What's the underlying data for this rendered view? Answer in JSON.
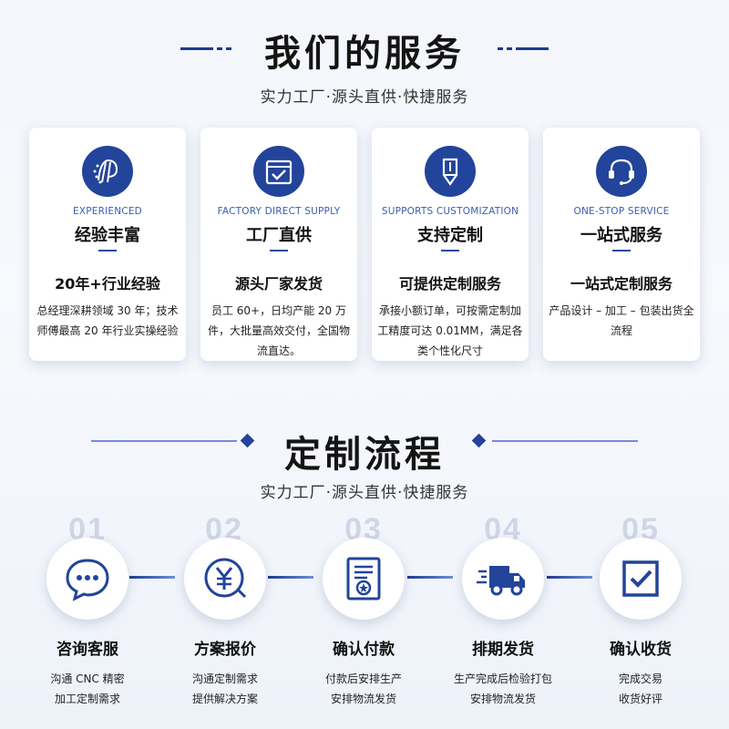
{
  "services": {
    "title": "我们的服务",
    "subtitle": "实力工厂·源头直供·快捷服务",
    "cards": [
      {
        "icon": "medal-icon",
        "en": "EXPERIENCED",
        "title": "经验丰富",
        "head": "20年+行业经验",
        "desc": "总经理深耕领域 30 年；技术师傅最高 20 年行业实操经验"
      },
      {
        "icon": "factory-check-icon",
        "en": "FACTORY DIRECT SUPPLY",
        "title": "工厂直供",
        "head": "源头厂家发货",
        "desc": "员工 60+，日均产能 20 万件，大批量高效交付，全国物流直达。"
      },
      {
        "icon": "pen-customize-icon",
        "en": "SUPPORTS CUSTOMIZATION",
        "title": "支持定制",
        "head": "可提供定制服务",
        "desc": "承接小额订单，可按需定制加工精度可达 0.01MM，满足各类个性化尺寸"
      },
      {
        "icon": "headset-icon",
        "en": "ONE-STOP SERVICE",
        "title": "一站式服务",
        "head": "一站式定制服务",
        "desc": "产品设计 – 加工 – 包装出货全流程"
      }
    ]
  },
  "process": {
    "title": "定制流程",
    "subtitle": "实力工厂·源头直供·快捷服务",
    "steps": [
      {
        "num": "01",
        "icon": "chat-bubble-icon",
        "title": "咨询客服",
        "desc1": "沟通 CNC 精密",
        "desc2": "加工定制需求"
      },
      {
        "num": "02",
        "icon": "yuan-quote-icon",
        "title": "方案报价",
        "desc1": "沟通定制需求",
        "desc2": "提供解决方案"
      },
      {
        "num": "03",
        "icon": "document-certificate-icon",
        "title": "确认付款",
        "desc1": "付款后安排生产",
        "desc2": "安排物流发货"
      },
      {
        "num": "04",
        "icon": "delivery-truck-icon",
        "title": "排期发货",
        "desc1": "生产完成后检验打包",
        "desc2": "安排物流发货"
      },
      {
        "num": "05",
        "icon": "checkbox-icon",
        "title": "确认收货",
        "desc1": "完成交易",
        "desc2": "收货好评"
      }
    ]
  },
  "colors": {
    "accent": "#22449a",
    "light_accent": "#6f8fd6",
    "number": "#cfd6e6"
  }
}
